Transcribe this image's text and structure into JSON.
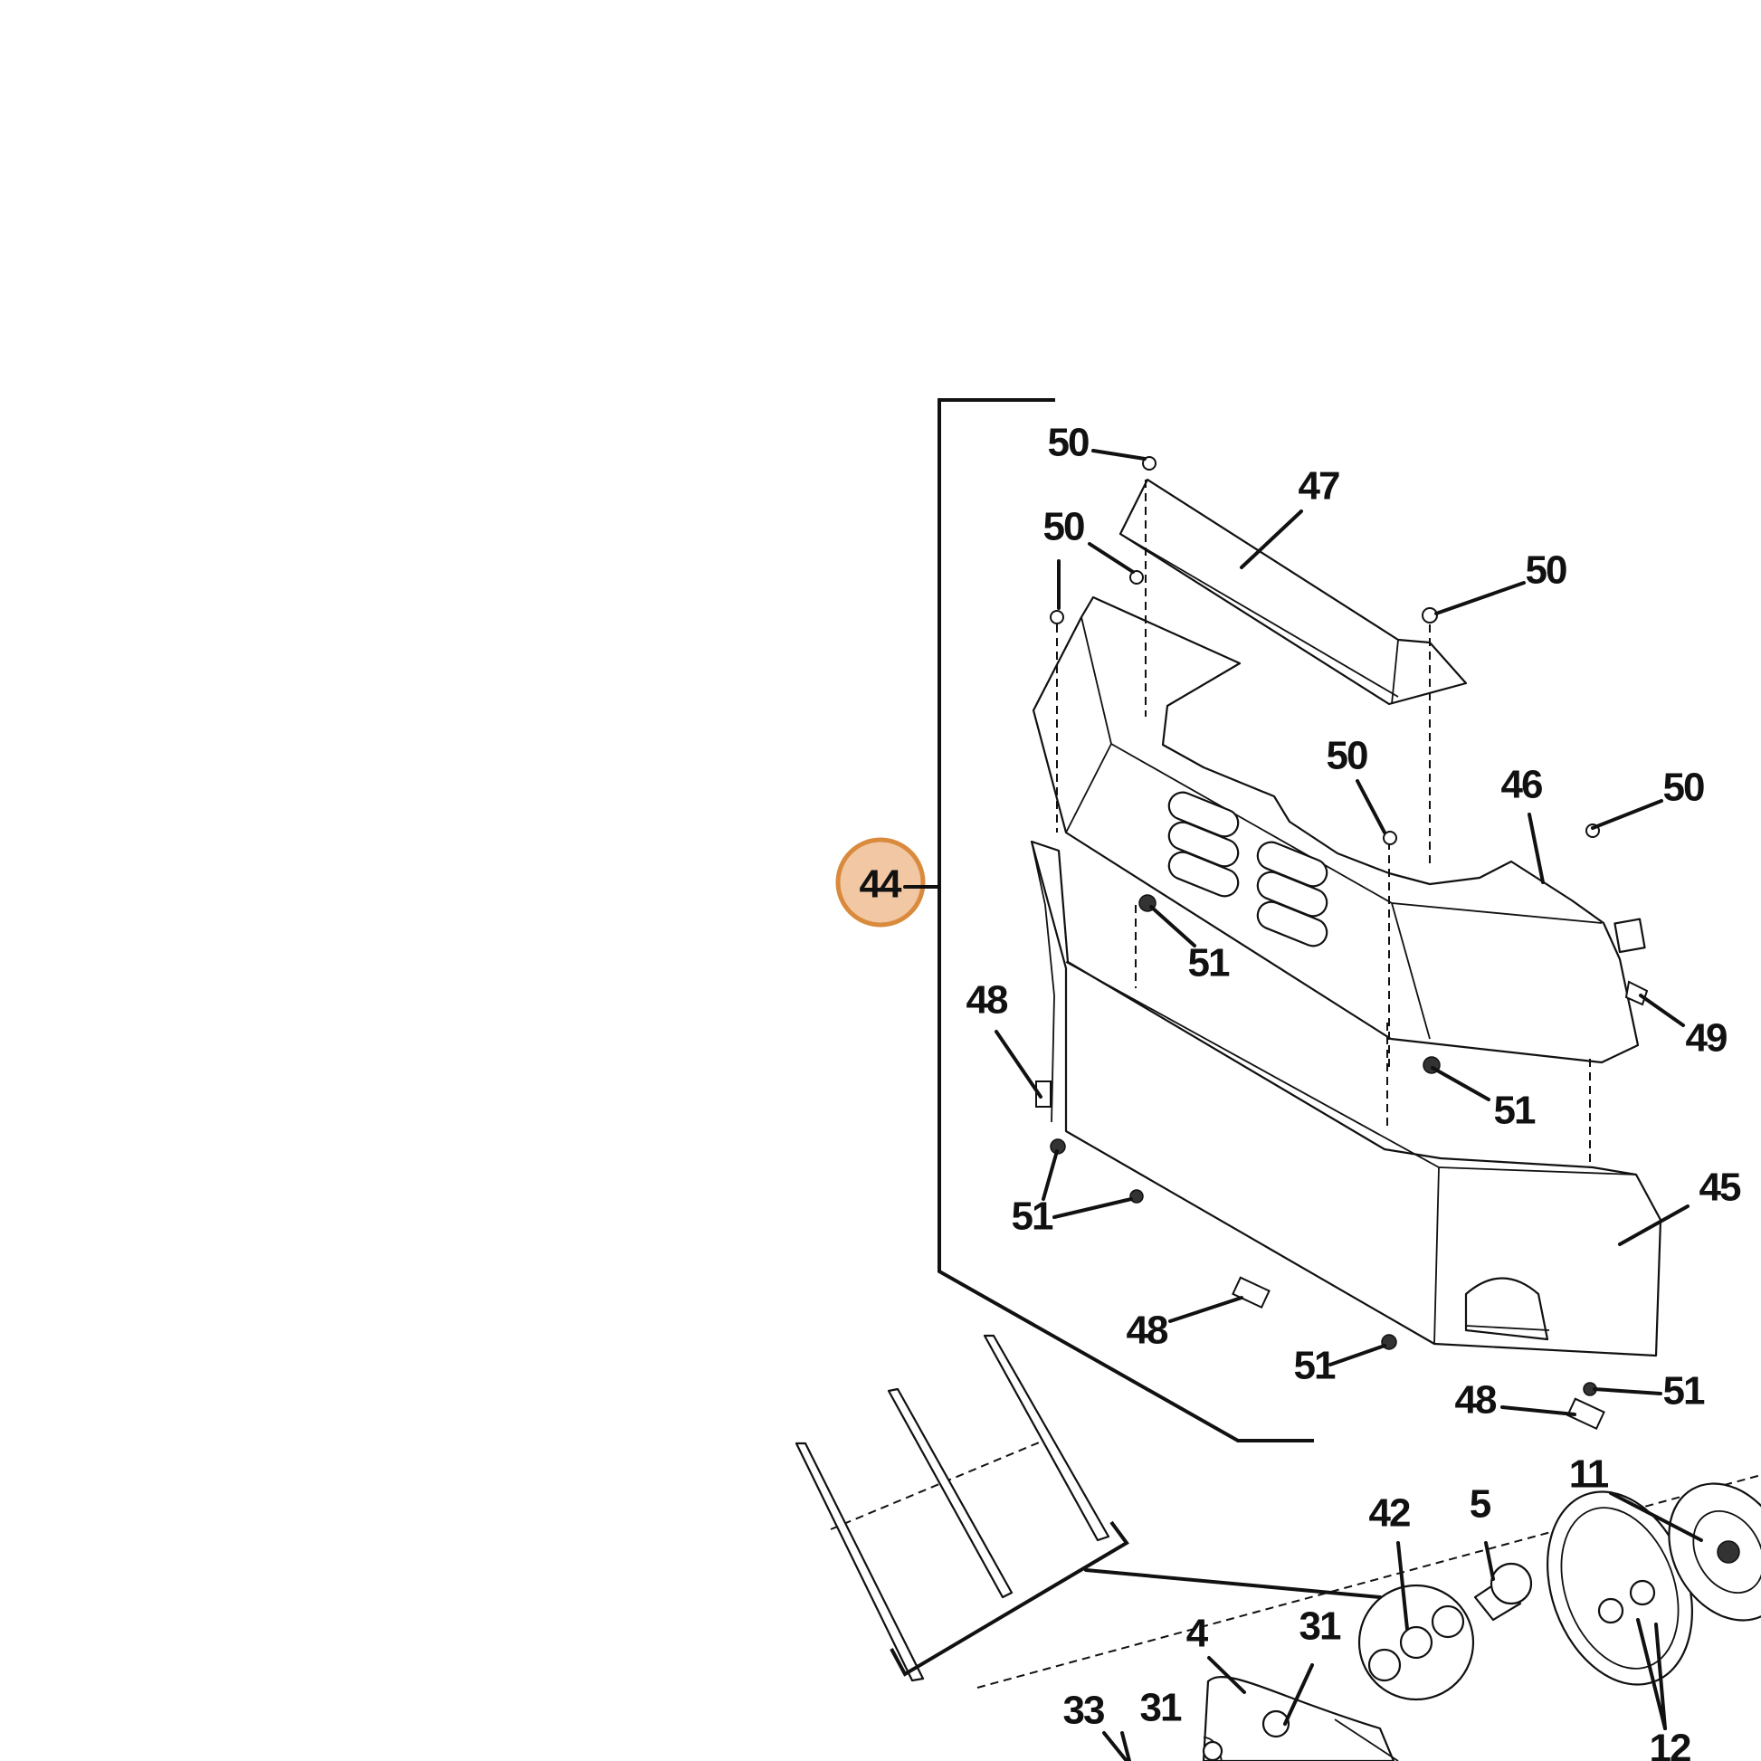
{
  "callouts": [
    {
      "id": "c44",
      "label": "44"
    },
    {
      "id": "c47",
      "label": "47"
    },
    {
      "id": "c50a",
      "label": "50"
    },
    {
      "id": "c50b",
      "label": "50"
    },
    {
      "id": "c50c",
      "label": "50"
    },
    {
      "id": "c50d",
      "label": "50"
    },
    {
      "id": "c50e",
      "label": "50"
    },
    {
      "id": "c46",
      "label": "46"
    },
    {
      "id": "c51a",
      "label": "51"
    },
    {
      "id": "c51b",
      "label": "51"
    },
    {
      "id": "c51c",
      "label": "51"
    },
    {
      "id": "c51d",
      "label": "51"
    },
    {
      "id": "c51e",
      "label": "51"
    },
    {
      "id": "c48a",
      "label": "48"
    },
    {
      "id": "c48b",
      "label": "48"
    },
    {
      "id": "c48c",
      "label": "48"
    },
    {
      "id": "c49",
      "label": "49"
    },
    {
      "id": "c45",
      "label": "45"
    },
    {
      "id": "c42",
      "label": "42"
    },
    {
      "id": "c5",
      "label": "5"
    },
    {
      "id": "c11",
      "label": "11"
    },
    {
      "id": "c4",
      "label": "4"
    },
    {
      "id": "c31a",
      "label": "31"
    },
    {
      "id": "c31b",
      "label": "31"
    },
    {
      "id": "c33",
      "label": "33"
    },
    {
      "id": "c12",
      "label": "12"
    }
  ],
  "highlight": {
    "label_ref": "44",
    "fill": "#f2c7a3",
    "stroke": "#d98a3d"
  }
}
